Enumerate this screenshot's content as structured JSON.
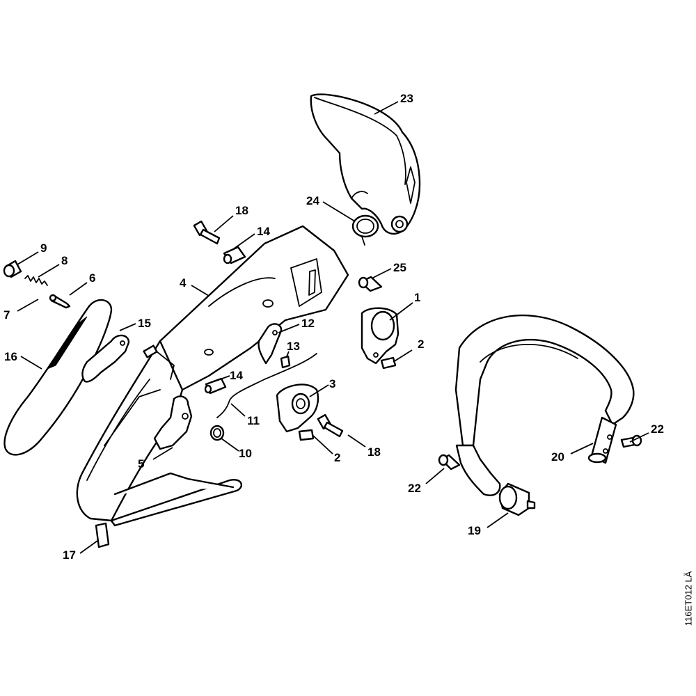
{
  "diagram": {
    "callouts": [
      {
        "label": "1"
      },
      {
        "label": "2"
      },
      {
        "label": "2"
      },
      {
        "label": "3"
      },
      {
        "label": "4"
      },
      {
        "label": "5"
      },
      {
        "label": "6"
      },
      {
        "label": "7"
      },
      {
        "label": "8"
      },
      {
        "label": "9"
      },
      {
        "label": "10"
      },
      {
        "label": "11"
      },
      {
        "label": "12"
      },
      {
        "label": "13"
      },
      {
        "label": "14"
      },
      {
        "label": "14"
      },
      {
        "label": "15"
      },
      {
        "label": "16"
      },
      {
        "label": "17"
      },
      {
        "label": "18"
      },
      {
        "label": "18"
      },
      {
        "label": "19"
      },
      {
        "label": "20"
      },
      {
        "label": "22"
      },
      {
        "label": "22"
      },
      {
        "label": "23"
      },
      {
        "label": "24"
      },
      {
        "label": "25"
      }
    ],
    "doc_code": "116ET012 LÄ"
  }
}
